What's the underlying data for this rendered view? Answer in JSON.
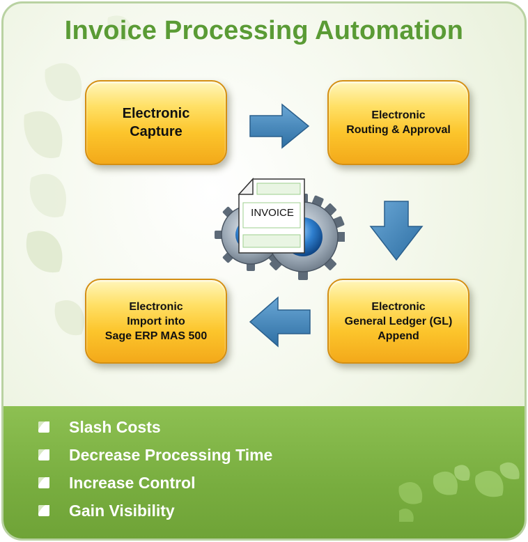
{
  "title": "Invoice Processing Automation",
  "steps": {
    "capture": {
      "line1": "Electronic",
      "line2": "Capture"
    },
    "routing": {
      "line1": "Electronic",
      "line2": "Routing & Approval"
    },
    "gl": {
      "line1": "Electronic",
      "line2": "General Ledger (GL)",
      "line3": "Append"
    },
    "import": {
      "line1": "Electronic",
      "line2": "Import into",
      "line3": "Sage ERP MAS 500"
    }
  },
  "invoice_label": "INVOICE",
  "benefits": [
    "Slash Costs",
    "Decrease Processing Time",
    "Increase Control",
    "Gain Visibility"
  ],
  "colors": {
    "title_green": "#5a9b35",
    "panel_green": "#7cb144",
    "box_orange": "#fcc52c",
    "arrow_blue": "#3f82b6"
  },
  "icons": [
    "arrow-right-icon",
    "arrow-down-icon",
    "arrow-left-icon",
    "gear-icon",
    "invoice-document-icon",
    "bullet-icon"
  ]
}
